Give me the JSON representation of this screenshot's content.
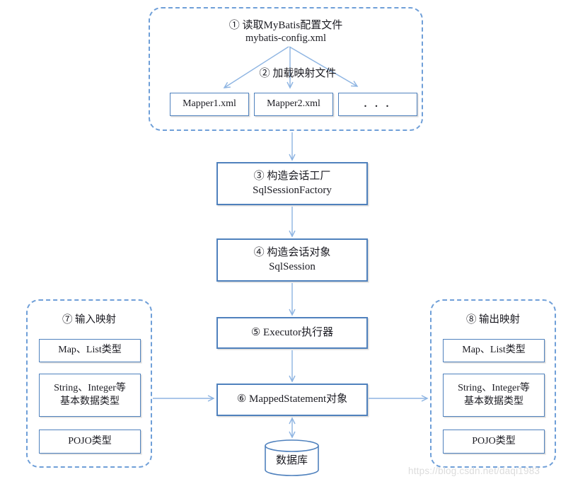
{
  "colors": {
    "box_border": "#4f81bd",
    "dashed_border": "#6f9fd8",
    "arrow": "#8db4e2",
    "text": "#1b1b22",
    "watermark": "#dcdcdc"
  },
  "top_group": {
    "step1_line1": "① 读取MyBatis配置文件",
    "step1_line2": "mybatis-config.xml",
    "step2_label": "② 加载映射文件",
    "mappers": [
      "Mapper1.xml",
      "Mapper2.xml",
      ". . ."
    ]
  },
  "flow": {
    "step3": {
      "line1": "③ 构造会话工厂",
      "line2": "SqlSessionFactory"
    },
    "step4": {
      "line1": "④ 构造会话对象",
      "line2": "SqlSession"
    },
    "step5": {
      "label": "⑤ Executor执行器"
    },
    "step6": {
      "label": "⑥ MappedStatement对象"
    },
    "database": {
      "label": "数据库"
    }
  },
  "input_group": {
    "title": "⑦ 输入映射",
    "items": [
      "Map、List类型",
      "String、Integer等\n基本数据类型",
      "POJO类型"
    ]
  },
  "output_group": {
    "title": "⑧ 输出映射",
    "items": [
      "Map、List类型",
      "String、Integer等\n基本数据类型",
      "POJO类型"
    ]
  },
  "watermark": "https://blog.csdn.net/daqi1983"
}
